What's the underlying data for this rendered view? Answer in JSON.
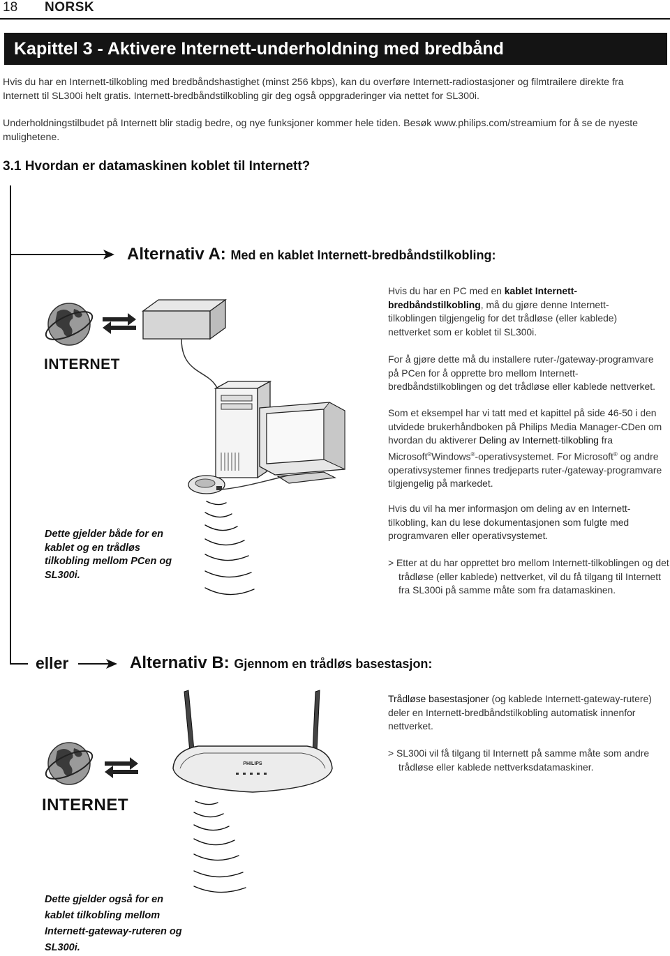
{
  "header": {
    "page_number": "18",
    "language": "NORSK"
  },
  "chapter": {
    "title": "Kapittel 3 - Aktivere Internett-underholdning med bredbånd"
  },
  "intro": {
    "p1": "Hvis du har en Internett-tilkobling med bredbåndshastighet (minst 256 kbps), kan du overføre Internett-radiostasjoner og filmtrailere direkte fra Internett til SL300i helt gratis. Internett-bredbåndstilkobling gir deg også oppgraderinger via nettet for SL300i.",
    "p2": "Underholdningstilbudet på Internett blir stadig bedre, og nye funksjoner kommer hele tiden. Besøk www.philips.com/streamium for å se de nyeste mulighetene."
  },
  "section": {
    "title": "3.1 Hvordan er datamaskinen koblet til Internett?"
  },
  "alt_a": {
    "title": "Alternativ A:",
    "subtitle": "Med en kablet Internett-bredbåndstilkobling:",
    "internet_label": "INTERNET",
    "p1_pre": "Hvis du har en PC med en ",
    "p1_bold": "kablet Internett-bredbåndstilkobling",
    "p1_post": ", må du gjøre denne Internett-tilkoblingen tilgjengelig for det trådløse (eller kablede) nettverket som er koblet til SL300i.",
    "p2": "For å gjøre dette må du installere ruter-/gateway-programvare på PCen for å opprette bro mellom Internett-bredbåndstilkoblingen og det trådløse eller kablede nettverket.",
    "p3_a": "Som et eksempel har vi tatt med et kapittel på side 46-50 i den utvidede brukerhåndboken på Philips Media Manager-CDen om hvordan du aktiverer ",
    "p3_link": "Deling av Internett-tilkobling",
    "p3_b": " fra Microsoft",
    "p3_c": "Windows",
    "p3_d": "-operativsystemet. For Microsoft",
    "p3_e": " og andre operativsystemer finnes tredjeparts ruter-/gateway-programvare tilgjengelig på markedet.",
    "reg": "®",
    "p4": "Hvis du vil ha mer informasjon om deling av en Internett-tilkobling, kan du lese dokumentasjonen som fulgte med programvaren eller operativsystemet.",
    "p5": "> Etter at du har opprettet bro mellom Internett-tilkoblingen og det trådløse (eller kablede) nettverket, vil du få tilgang til Internett fra SL300i på samme måte som fra datamaskinen.",
    "note": "Dette gjelder både for en kablet og en trådløs tilkobling mellom PCen og SL300i."
  },
  "alt_b": {
    "or_label": "eller",
    "title": "Alternativ B:",
    "subtitle": "Gjennom en trådløs basestasjon:",
    "internet_label": "INTERNET",
    "router_brand": "PHILIPS",
    "p1_bold": "Trådløse basestasjoner",
    "p1_post": " (og kablede Internett-gateway-rutere) deler en Internett-bredbåndstilkobling automatisk innenfor nettverket.",
    "p2": "> SL300i vil få tilgang til Internett på samme måte som andre trådløse eller kablede nettverksdatamaskiner.",
    "note": "Dette gjelder også for en kablet tilkobling mellom Internett-gateway-ruteren og SL300i."
  }
}
